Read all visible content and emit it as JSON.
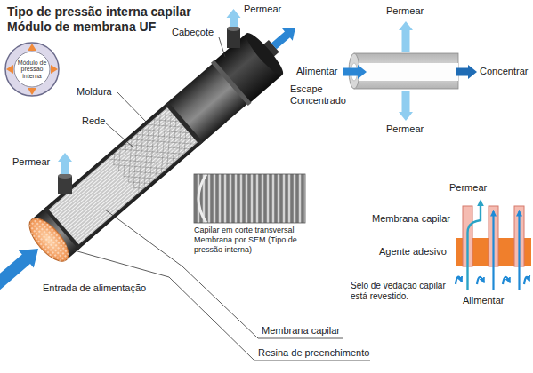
{
  "diagram": {
    "title": "Tipo de pressão interna capilar Módulo de membrana UF",
    "nodes": [
      {
        "text": [
          "Módulo de pressão interna"
        ]
      }
    ],
    "labels": [
      "Permear",
      "Permear",
      "Cabeçote",
      "Alimentar",
      "Concentrar",
      "Escape Concentrado",
      "Moldura",
      "Rede",
      "Permear",
      "Permear",
      "Permear",
      "Membrana capilar",
      "Capilar em corte transversal Membrana por SEM (Tipo de pressão interna)",
      "Agente adesivo",
      "Entrada de alimentação",
      "Selo de vedação capilar está revestido.",
      "Alimentar",
      "Membrana capilar",
      "Resina de preenchimento"
    ]
  }
}
